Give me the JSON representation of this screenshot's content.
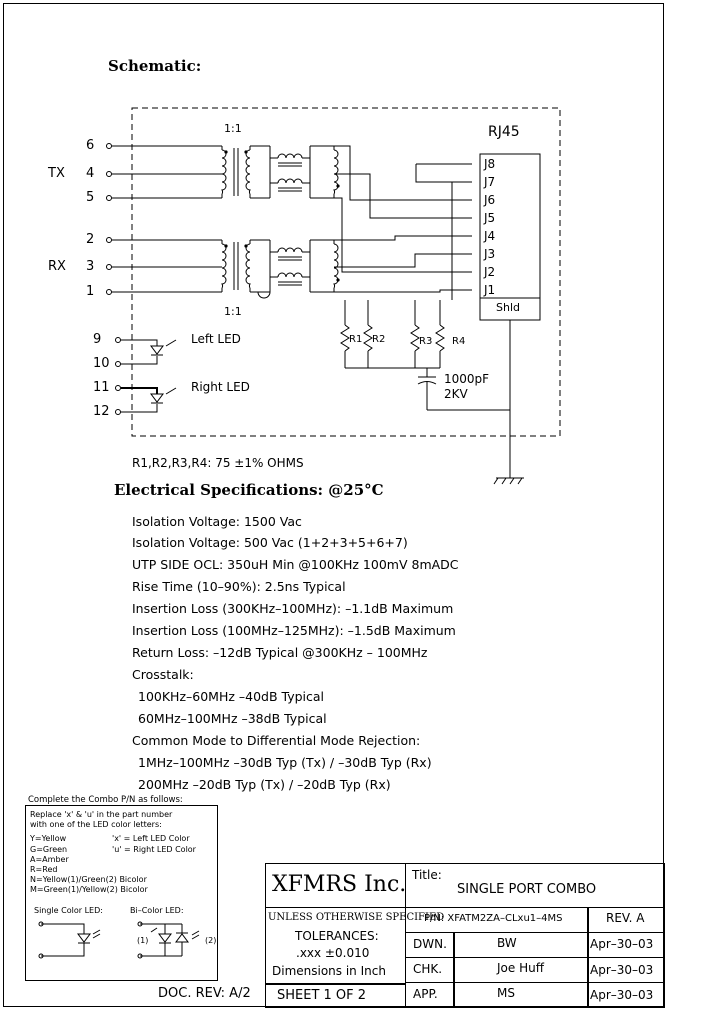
{
  "heading": {
    "schematic": "Schematic:",
    "electrical": "Electrical   Specifications: @25°C"
  },
  "schematic": {
    "ratio_top": "1:1",
    "ratio_bottom": "1:1",
    "tx_label": "TX",
    "rx_label": "RX",
    "pins_left": [
      "6",
      "4",
      "5",
      "2",
      "3",
      "1"
    ],
    "led_pins": [
      "9",
      "10",
      "11",
      "12"
    ],
    "left_led": "Left LED",
    "right_led": "Right LED",
    "connector": "RJ45",
    "jacks": [
      "J8",
      "J7",
      "J6",
      "J5",
      "J4",
      "J3",
      "J2",
      "J1"
    ],
    "shield": "Shld",
    "resistors": [
      "R1",
      "R2",
      "R3",
      "R4"
    ],
    "capacitor_value": "1000pF",
    "capacitor_voltage": "2KV",
    "resistor_note": "R1,R2,R3,R4: 75 ±1% OHMS"
  },
  "specs": [
    "Isolation Voltage:   1500 Vac",
    "Isolation Voltage:   500 Vac  (1+2+3+5+6+7)",
    "UTP SIDE OCL: 350uH Min @100KHz   100mV 8mADC",
    "Rise Time  (10–90%): 2.5ns Typical",
    "Insertion Loss (300KHz–100MHz): –1.1dB Maximum",
    "Insertion Loss (100MHz–125MHz): –1.5dB Maximum",
    "Return Loss: –12dB Typical @300KHz – 100MHz",
    "Crosstalk:",
    "100KHz–60MHz     –40dB Typical",
    "60MHz–100MHz     –38dB Typical",
    "Common Mode to Differential Mode Rejection:",
    "1MHz–100MHz     –30dB Typ (Tx) / –30dB Typ (Rx)",
    "200MHz     –20dB Typ (Tx) / –20dB Typ (Rx)"
  ],
  "combo_box": {
    "title": "Complete the Combo P/N as follows:",
    "lines": [
      "Replace 'x' & 'u' in the part number",
      "with one of the LED color letters:",
      "Y=Yellow",
      "G=Green",
      "A=Amber",
      "R=Red",
      "N=Yellow(1)/Green(2) Bicolor",
      "M=Green(1)/Yellow(2) Bicolor"
    ],
    "x_note": "'x' = Left LED Color",
    "u_note": "'u' = Right LED Color",
    "single_label": "Single Color LED:",
    "bi_label": "Bi–Color LED:",
    "bi_left": "(1)",
    "bi_right": "(2)"
  },
  "doc_rev": "DOC. REV: A/2",
  "title_block": {
    "company": "XFMRS Inc.",
    "title_label": "Title:",
    "title": "SINGLE PORT COMBO",
    "unless": "UNLESS OTHERWISE SPECIFIED",
    "tolerances": "TOLERANCES:",
    "xxx": ".xxx  ±0.010",
    "dimensions": "Dimensions in Inch",
    "sheet": "SHEET  1  OF  2",
    "pn": "P/N:  XFATM2ZA–CLxu1–4MS",
    "rev": "REV. A",
    "dwn_label": "DWN.",
    "dwn_name": "BW",
    "dwn_date": "Apr–30–03",
    "chk_label": "CHK.",
    "chk_name": "Joe Huff",
    "chk_date": "Apr–30–03",
    "app_label": "APP.",
    "app_name": "MS",
    "app_date": "Apr–30–03"
  }
}
